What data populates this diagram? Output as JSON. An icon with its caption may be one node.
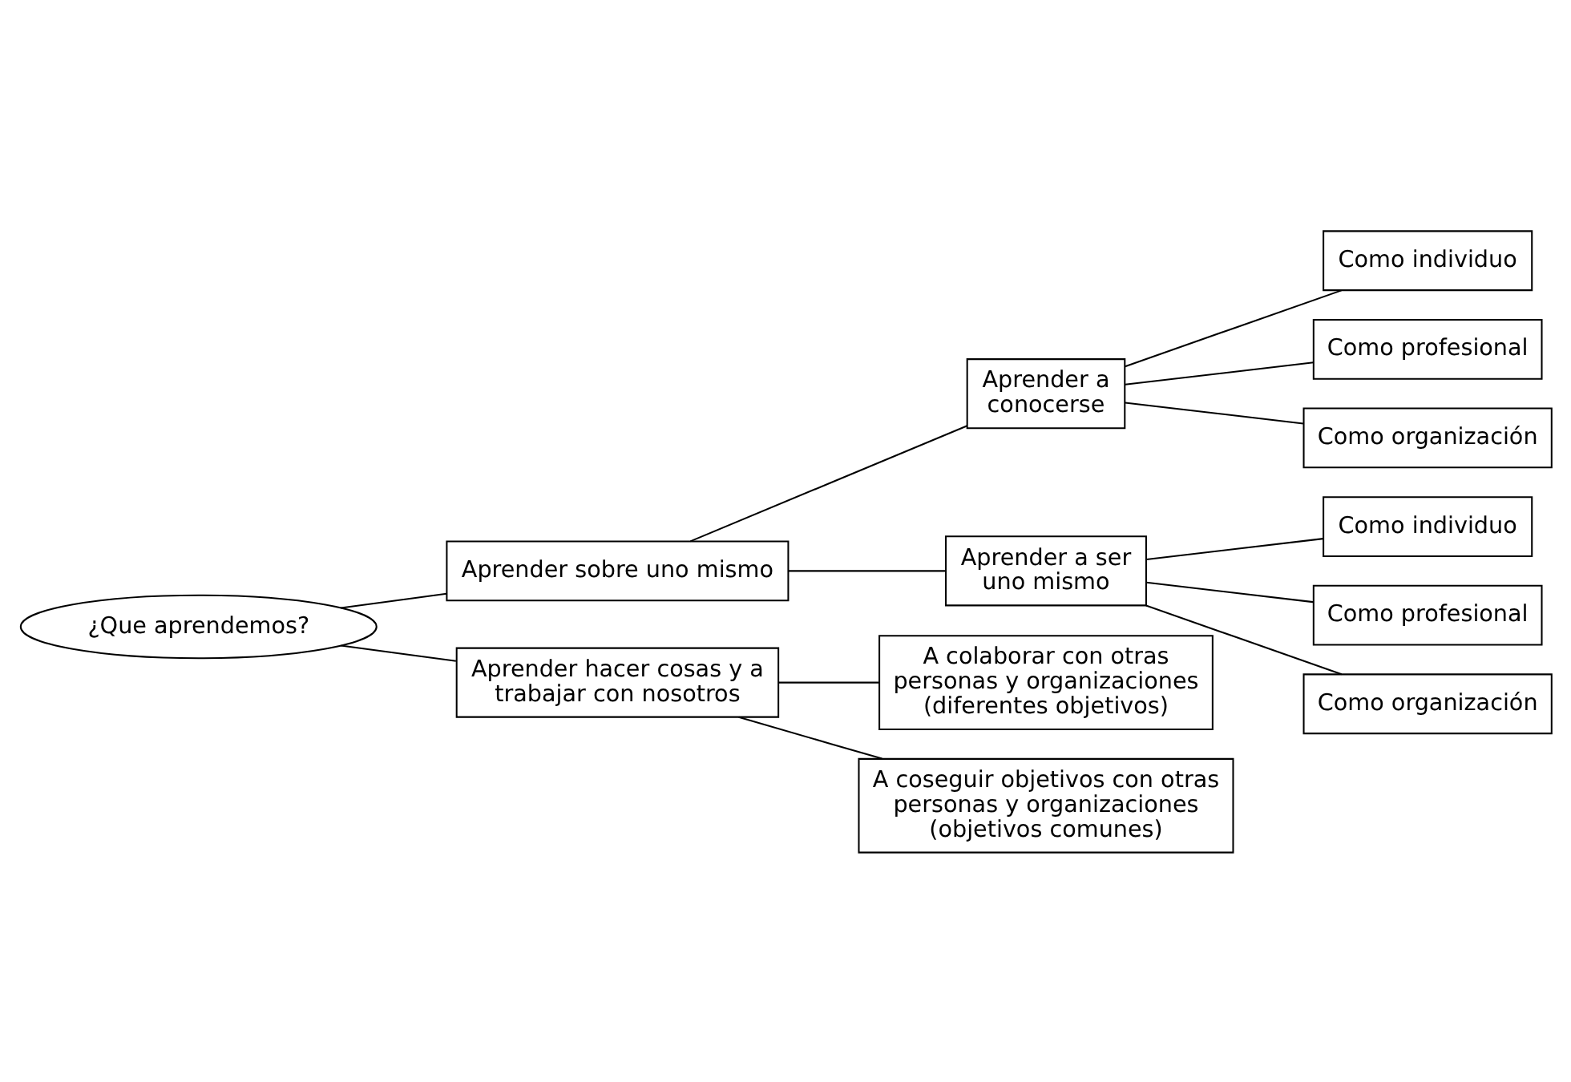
{
  "diagram": {
    "nodes": [
      {
        "text": [
          "¿Que aprendemos?"
        ]
      },
      {
        "text": [
          "Aprender sobre uno mismo"
        ]
      },
      {
        "text": [
          "Aprender a conocerse"
        ]
      },
      {
        "text": [
          "Como individuo"
        ]
      },
      {
        "text": [
          "Como profesional"
        ]
      },
      {
        "text": [
          "Como organización"
        ]
      },
      {
        "text": [
          "Aprender a ser uno mismo"
        ]
      },
      {
        "text": [
          "Como individuo"
        ]
      },
      {
        "text": [
          "Como profesional"
        ]
      },
      {
        "text": [
          "Como organización"
        ]
      },
      {
        "text": [
          "Aprender hacer cosas y a trabajar con nosotros"
        ]
      },
      {
        "text": [
          "A colaborar con otras personas y organizaciones (diferentes objetivos)"
        ]
      },
      {
        "text": [
          "A coseguir objetivos con otras personas y organizaciones (objetivos comunes)"
        ]
      }
    ],
    "edges": [
      {
        "from": 0,
        "to": 1,
        "arrow": "none"
      },
      {
        "from": 0,
        "to": 10,
        "arrow": "none"
      },
      {
        "from": 1,
        "to": 2,
        "arrow": "none"
      },
      {
        "from": 1,
        "to": 6,
        "arrow": "none"
      },
      {
        "from": 2,
        "to": 3,
        "arrow": "none"
      },
      {
        "from": 2,
        "to": 4,
        "arrow": "none"
      },
      {
        "from": 2,
        "to": 5,
        "arrow": "none"
      },
      {
        "from": 6,
        "to": 7,
        "arrow": "none"
      },
      {
        "from": 6,
        "to": 8,
        "arrow": "none"
      },
      {
        "from": 6,
        "to": 9,
        "arrow": "none"
      },
      {
        "from": 10,
        "to": 11,
        "arrow": "none"
      },
      {
        "from": 10,
        "to": 12,
        "arrow": "none"
      }
    ]
  }
}
